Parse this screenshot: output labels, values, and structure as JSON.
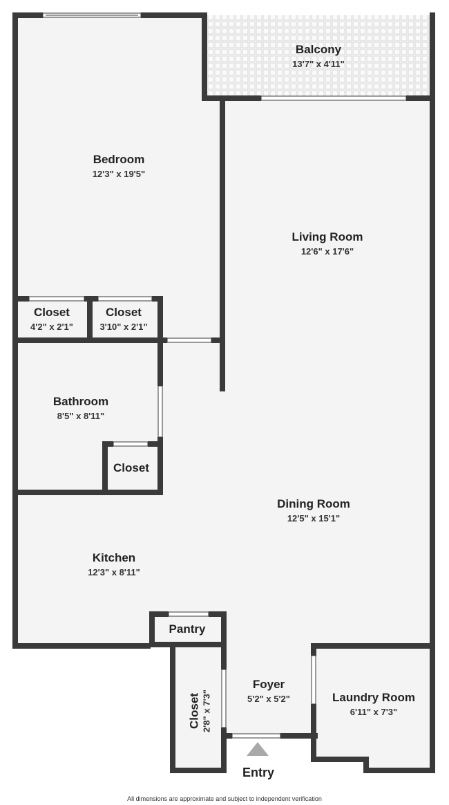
{
  "colors": {
    "wall": "#3a3a3a",
    "floor": "#f4f4f4",
    "window": "#ffffff",
    "marker": "#a9a9a9"
  },
  "rooms": {
    "balcony": {
      "name": "Balcony",
      "dims": "13'7\" x 4'11\""
    },
    "bedroom": {
      "name": "Bedroom",
      "dims": "12'3\" x 19'5\""
    },
    "living": {
      "name": "Living Room",
      "dims": "12'6\" x 17'6\""
    },
    "closet1": {
      "name": "Closet",
      "dims": "4'2\" x 2'1\""
    },
    "closet2": {
      "name": "Closet",
      "dims": "3'10\" x 2'1\""
    },
    "bathroom": {
      "name": "Bathroom",
      "dims": "8'5\" x 8'11\""
    },
    "closet3": {
      "name": "Closet"
    },
    "dining": {
      "name": "Dining Room",
      "dims": "12'5\" x 15'1\""
    },
    "kitchen": {
      "name": "Kitchen",
      "dims": "12'3\" x 8'11\""
    },
    "pantry": {
      "name": "Pantry"
    },
    "foyer": {
      "name": "Foyer",
      "dims": "5'2\" x 5'2\""
    },
    "laundry": {
      "name": "Laundry Room",
      "dims": "6'11\" x 7'3\""
    },
    "closet4": {
      "name": "Closet",
      "dims": "2'8\" x 7'3\""
    }
  },
  "entry": {
    "label": "Entry"
  },
  "disclaimer": "All dimensions are approximate and subject to independent verification"
}
